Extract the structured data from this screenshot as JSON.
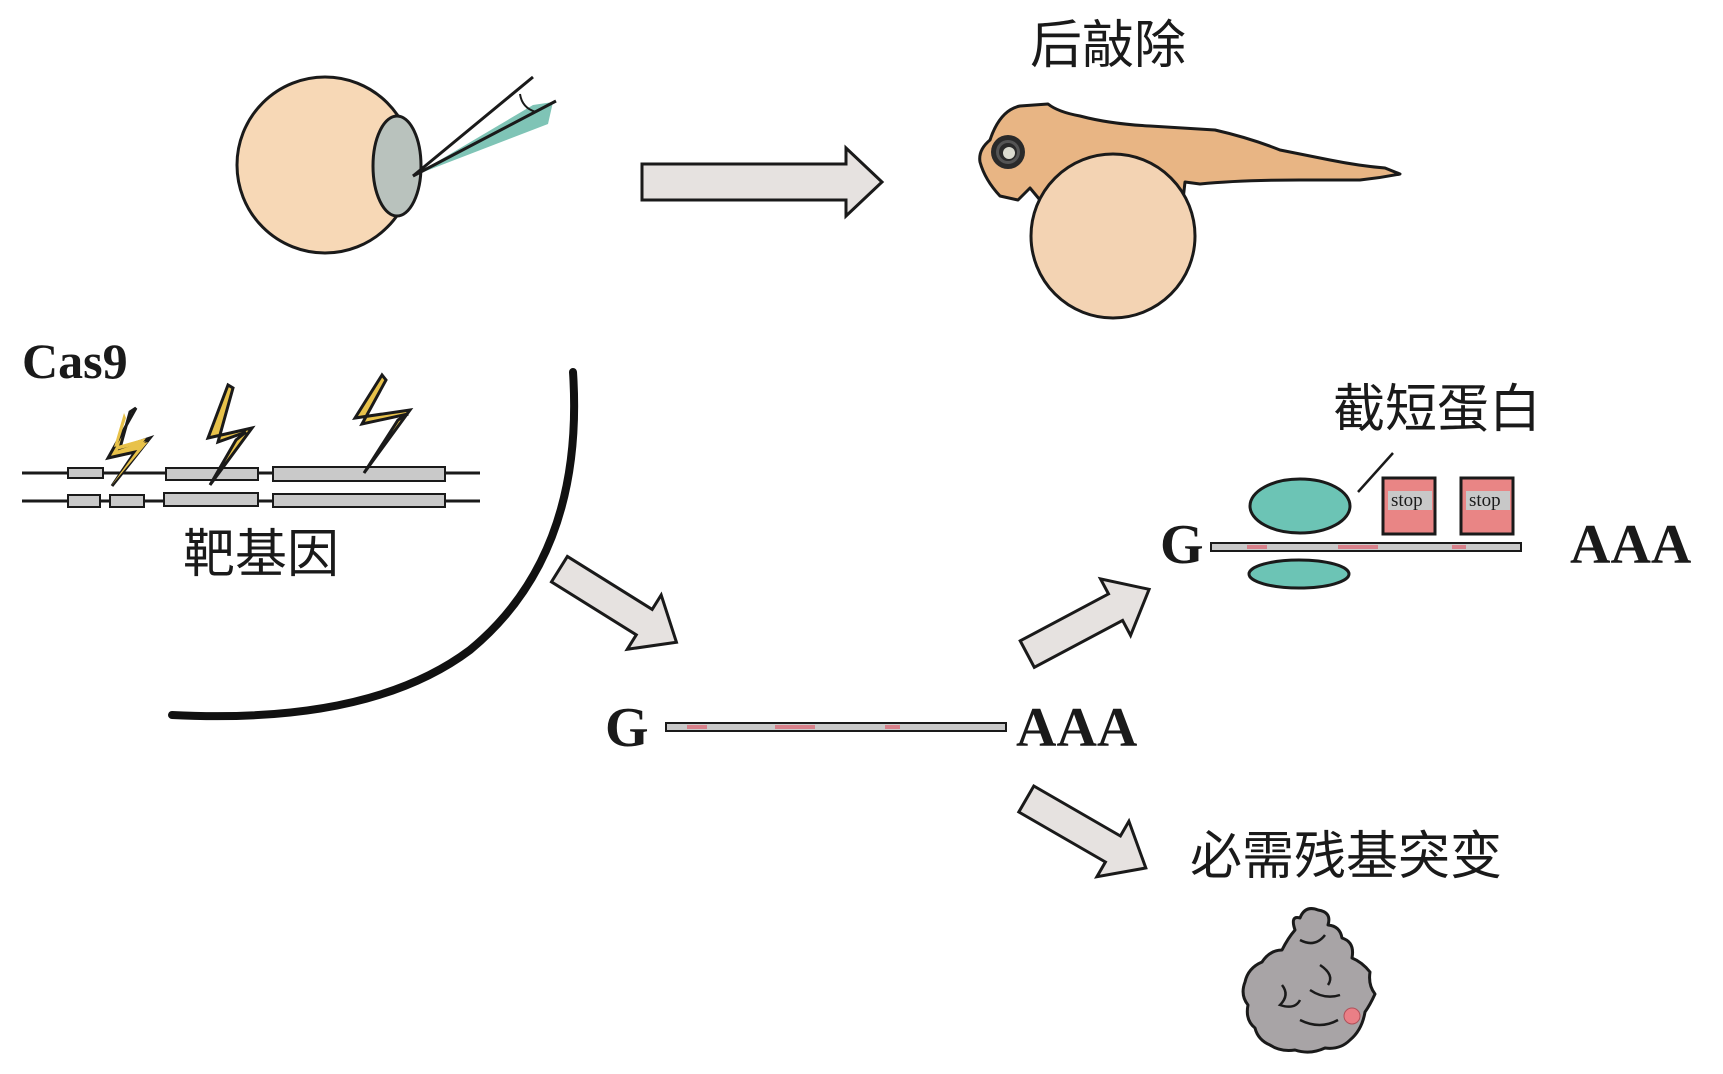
{
  "diagram": {
    "title": "CRISPR/Cas9 gene knockout workflow in zebrafish",
    "labels": {
      "knockout": "后敲除",
      "cas9": "Cas9",
      "target_gene": "靶基因",
      "truncated_protein": "截短蛋白",
      "essential_residue_mutation": "必需残基突变",
      "mrna_cap": "G",
      "mrna_polya": "AAA",
      "stop_codon": "stop"
    },
    "nodes": [
      {
        "id": "embryo-injection",
        "description": "One-cell embryo microinjection"
      },
      {
        "id": "larva",
        "description": "Zebrafish larva after knockout",
        "label_ref": "knockout"
      },
      {
        "id": "target-locus",
        "description": "Target gene locus cut by Cas9",
        "label_ref": "target_gene"
      },
      {
        "id": "mutant-mrna",
        "description": "Mutant mRNA transcript"
      },
      {
        "id": "truncated-outcome",
        "description": "Ribosome reaching premature stop codons",
        "label_ref": "truncated_protein"
      },
      {
        "id": "residue-outcome",
        "description": "Folded protein with mutated essential residue",
        "label_ref": "essential_residue_mutation"
      }
    ],
    "edges": [
      {
        "from": "embryo-injection",
        "to": "larva"
      },
      {
        "from": "target-locus",
        "to": "mutant-mrna"
      },
      {
        "from": "mutant-mrna",
        "to": "truncated-outcome"
      },
      {
        "from": "mutant-mrna",
        "to": "residue-outcome"
      }
    ],
    "cut_sites": 3,
    "transcript_variants": 2,
    "stop_codons": 2,
    "colors": {
      "yolk": "#f7d8b6",
      "larva_body": "#e8b584",
      "cell": "#b9c2bd",
      "pipette_fluid": "#7fc4b6",
      "lightning": "#e8c24a",
      "exon": "#c9c9c9",
      "arrow_fill": "#e6e2e0",
      "ribosome": "#6cc4b5",
      "stop_box": "#e98585",
      "stop_label_bg": "#c8c8c8",
      "mrna_mutation": "#d8808a",
      "protein": "#a8a4a6",
      "active_site": "#ea7f86",
      "outline": "#1a1a1a"
    }
  }
}
